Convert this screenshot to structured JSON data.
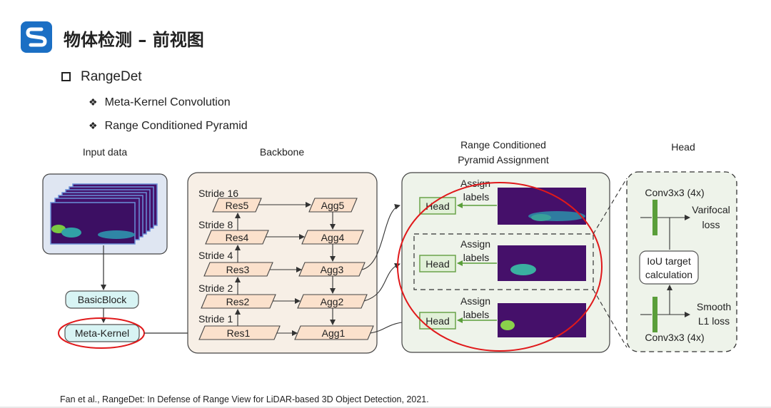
{
  "header": {
    "title": "物体检测 – 前视图",
    "logo_icon": "s-logo-icon"
  },
  "bullets": {
    "main": "RangeDet",
    "subs": [
      "Meta-Kernel Convolution",
      "Range Conditioned Pyramid"
    ]
  },
  "diagram": {
    "section_titles": {
      "input": "Input data",
      "backbone": "Backbone",
      "rcpa_line1": "Range Conditioned",
      "rcpa_line2": "Pyramid Assignment",
      "head": "Head"
    },
    "input_blocks": {
      "basic_block": "BasicBlock",
      "meta_kernel": "Meta-Kernel"
    },
    "backbone": {
      "strides": [
        "Stride 16",
        "Stride 8",
        "Stride 4",
        "Stride 2",
        "Stride 1"
      ],
      "res": [
        "Res5",
        "Res4",
        "Res3",
        "Res2",
        "Res1"
      ],
      "agg": [
        "Agg5",
        "Agg4",
        "Agg3",
        "Agg2",
        "Agg1"
      ]
    },
    "assignment": {
      "head_label": "Head",
      "assign_line1": "Assign",
      "assign_line2": "labels"
    },
    "head_panel": {
      "conv_top": "Conv3x3 (4x)",
      "conv_bottom": "Conv3x3 (4x)",
      "varifocal_line1": "Varifocal",
      "varifocal_line2": "loss",
      "iou_line1": "IoU target",
      "iou_line2": "calculation",
      "smooth_line1": "Smooth",
      "smooth_line2": "L1 loss"
    },
    "colors": {
      "input_panel": "#dfe6f2",
      "backbone_panel": "#f7efe6",
      "feature_box": "#fbe1cc",
      "assignment_panel": "#eef3ea",
      "head_box": "#e1f0d8",
      "head_box_border": "#6aa34b",
      "conv_bar": "#5a9e3a",
      "block_cyan": "#d8f4f4",
      "range_image": "#45106a",
      "highlight_red": "#e0191b"
    }
  },
  "citation": "Fan et al., RangeDet: In Defense of Range View for LiDAR-based 3D Object Detection, 2021."
}
